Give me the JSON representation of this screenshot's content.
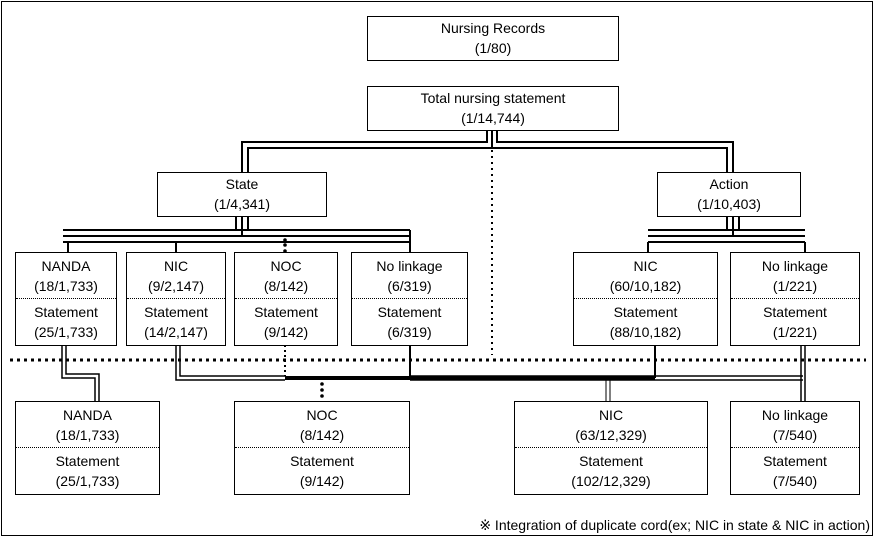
{
  "root": {
    "label": "Nursing Records",
    "count": "(1/80)"
  },
  "total": {
    "label": "Total nursing statement",
    "count": "(1/14,744)"
  },
  "state": {
    "label": "State",
    "count": "(1/4,341)"
  },
  "action": {
    "label": "Action",
    "count": "(1/10,403)"
  },
  "state_children": [
    {
      "label": "NANDA",
      "count": "(18/1,733)",
      "stmt_label": "Statement",
      "stmt_count": "(25/1,733)"
    },
    {
      "label": "NIC",
      "count": "(9/2,147)",
      "stmt_label": "Statement",
      "stmt_count": "(14/2,147)"
    },
    {
      "label": "NOC",
      "count": "(8/142)",
      "stmt_label": "Statement",
      "stmt_count": "(9/142)"
    },
    {
      "label": "No linkage",
      "count": "(6/319)",
      "stmt_label": "Statement",
      "stmt_count": "(6/319)"
    }
  ],
  "action_children": [
    {
      "label": "NIC",
      "count": "(60/10,182)",
      "stmt_label": "Statement",
      "stmt_count": "(88/10,182)"
    },
    {
      "label": "No linkage",
      "count": "(1/221)",
      "stmt_label": "Statement",
      "stmt_count": "(1/221)"
    }
  ],
  "integrated": [
    {
      "label": "NANDA",
      "count": "(18/1,733)",
      "stmt_label": "Statement",
      "stmt_count": "(25/1,733)"
    },
    {
      "label": "NOC",
      "count": "(8/142)",
      "stmt_label": "Statement",
      "stmt_count": "(9/142)"
    },
    {
      "label": "NIC",
      "count": "(63/12,329)",
      "stmt_label": "Statement",
      "stmt_count": "(102/12,329)"
    },
    {
      "label": "No linkage",
      "count": "(7/540)",
      "stmt_label": "Statement",
      "stmt_count": "(7/540)"
    }
  ],
  "footnote": "※  Integration of duplicate cord(ex; NIC in state & NIC in action)"
}
